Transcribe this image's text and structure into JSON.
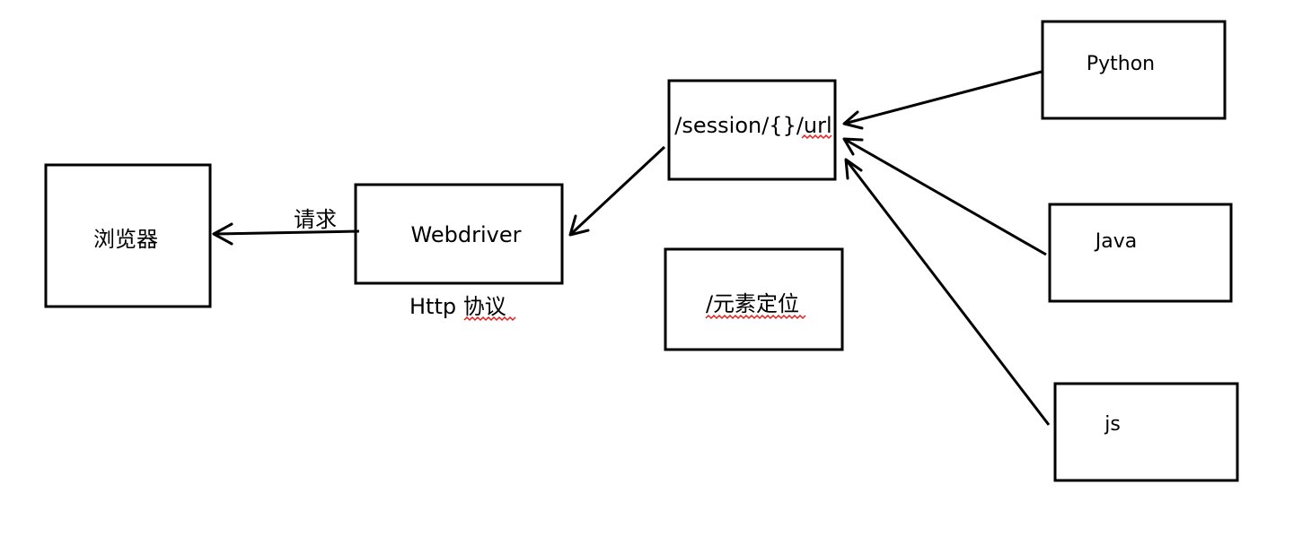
{
  "nodes": {
    "browser": {
      "label": "浏览器"
    },
    "webdriver": {
      "label": "Webdriver"
    },
    "session_url": {
      "label": "/session/{}/url"
    },
    "element_locate": {
      "label": "/元素定位"
    },
    "python": {
      "label": "Python"
    },
    "java": {
      "label": "Java"
    },
    "js": {
      "label": "js"
    }
  },
  "edges": {
    "webdriver_to_browser": {
      "label": "请求"
    },
    "session_to_webdriver": {
      "label": ""
    },
    "python_to_session": {
      "label": ""
    },
    "java_to_session": {
      "label": ""
    },
    "js_to_session": {
      "label": ""
    }
  },
  "annotations": {
    "http_protocol": "Http 协议"
  },
  "colors": {
    "stroke": "#000000",
    "spellcheck_underline": "#e02020"
  }
}
